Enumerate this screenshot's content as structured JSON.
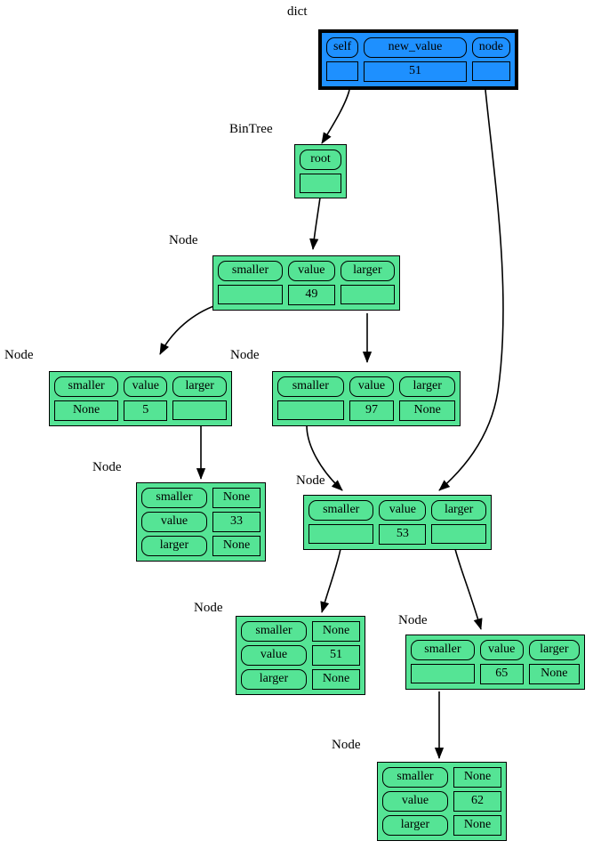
{
  "diagram": {
    "title_note": "Python object reference diagram of a binary search tree insertion",
    "colors": {
      "dict_fill": "#1e90ff",
      "node_fill": "#55e495",
      "stroke": "#000000",
      "background": "#ffffff"
    },
    "type_labels": {
      "dict": "dict",
      "bintree": "BinTree",
      "node": "Node"
    },
    "field_labels": {
      "self": "self",
      "new_value": "new_value",
      "node": "node",
      "root": "root",
      "smaller": "smaller",
      "value": "value",
      "larger": "larger"
    },
    "none_label": "None",
    "objects": [
      {
        "id": "frame",
        "kind": "dict",
        "type_label": "dict",
        "layout": "horizontal",
        "fields": [
          {
            "key": "self",
            "value": ""
          },
          {
            "key": "new_value",
            "value": "51"
          },
          {
            "key": "node",
            "value": ""
          }
        ]
      },
      {
        "id": "bintree",
        "kind": "bintree",
        "type_label": "BinTree",
        "layout": "horizontal",
        "fields": [
          {
            "key": "root",
            "value": ""
          }
        ]
      },
      {
        "id": "node49",
        "kind": "node",
        "type_label": "Node",
        "layout": "horizontal",
        "fields": [
          {
            "key": "smaller",
            "value": ""
          },
          {
            "key": "value",
            "value": "49"
          },
          {
            "key": "larger",
            "value": ""
          }
        ]
      },
      {
        "id": "node5",
        "kind": "node",
        "type_label": "Node",
        "layout": "horizontal",
        "fields": [
          {
            "key": "smaller",
            "value": "None"
          },
          {
            "key": "value",
            "value": "5"
          },
          {
            "key": "larger",
            "value": ""
          }
        ]
      },
      {
        "id": "node97",
        "kind": "node",
        "type_label": "Node",
        "layout": "horizontal",
        "fields": [
          {
            "key": "smaller",
            "value": ""
          },
          {
            "key": "value",
            "value": "97"
          },
          {
            "key": "larger",
            "value": "None"
          }
        ]
      },
      {
        "id": "node33",
        "kind": "node",
        "type_label": "Node",
        "layout": "vertical",
        "fields": [
          {
            "key": "smaller",
            "value": "None"
          },
          {
            "key": "value",
            "value": "33"
          },
          {
            "key": "larger",
            "value": "None"
          }
        ]
      },
      {
        "id": "node53",
        "kind": "node",
        "type_label": "Node",
        "layout": "horizontal",
        "fields": [
          {
            "key": "smaller",
            "value": ""
          },
          {
            "key": "value",
            "value": "53"
          },
          {
            "key": "larger",
            "value": ""
          }
        ]
      },
      {
        "id": "node51",
        "kind": "node",
        "type_label": "Node",
        "layout": "vertical",
        "fields": [
          {
            "key": "smaller",
            "value": "None"
          },
          {
            "key": "value",
            "value": "51"
          },
          {
            "key": "larger",
            "value": "None"
          }
        ]
      },
      {
        "id": "node65",
        "kind": "node",
        "type_label": "Node",
        "layout": "horizontal",
        "fields": [
          {
            "key": "smaller",
            "value": ""
          },
          {
            "key": "value",
            "value": "65"
          },
          {
            "key": "larger",
            "value": "None"
          }
        ]
      },
      {
        "id": "node62",
        "kind": "node",
        "type_label": "Node",
        "layout": "vertical",
        "fields": [
          {
            "key": "smaller",
            "value": "None"
          },
          {
            "key": "value",
            "value": "62"
          },
          {
            "key": "larger",
            "value": "None"
          }
        ]
      }
    ],
    "edges": [
      {
        "from": "frame.self",
        "to": "bintree"
      },
      {
        "from": "frame.node",
        "to": "node53"
      },
      {
        "from": "bintree.root",
        "to": "node49"
      },
      {
        "from": "node49.smaller",
        "to": "node5"
      },
      {
        "from": "node49.larger",
        "to": "node97"
      },
      {
        "from": "node5.larger",
        "to": "node33"
      },
      {
        "from": "node97.smaller",
        "to": "node53"
      },
      {
        "from": "node53.smaller",
        "to": "node51"
      },
      {
        "from": "node53.larger",
        "to": "node65"
      },
      {
        "from": "node65.smaller",
        "to": "node62"
      }
    ]
  }
}
